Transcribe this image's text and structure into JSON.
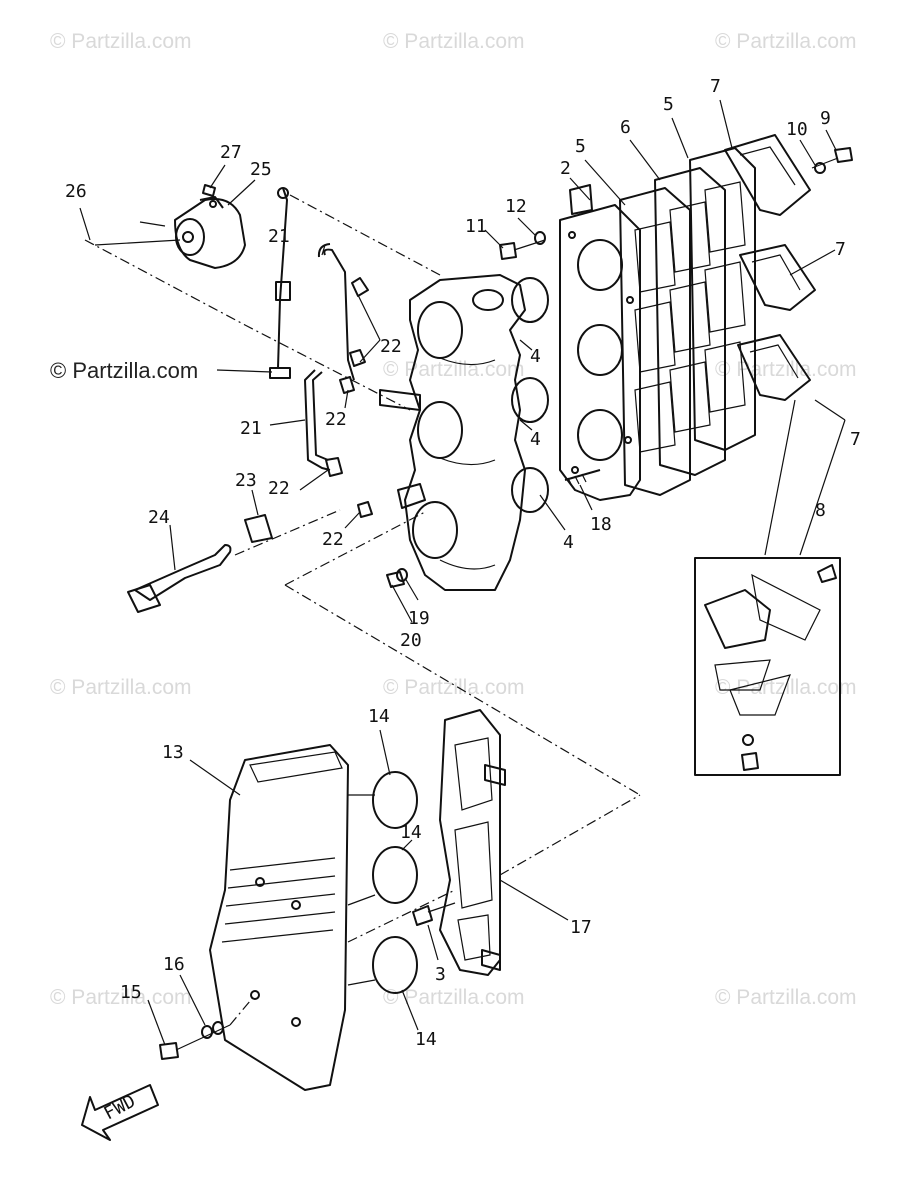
{
  "watermark": {
    "text": "© Partzilla.com"
  },
  "callouts": {
    "c1": "2",
    "c2": "5",
    "c3": "6",
    "c4": "5",
    "c5": "7",
    "c6": "10",
    "c7": "9",
    "c8": "11",
    "c9": "12",
    "c10": "27",
    "c11": "25",
    "c12": "26",
    "c13": "21",
    "c14": "22",
    "c15": "21",
    "c16": "22",
    "c17": "4",
    "c18": "4",
    "c19": "7",
    "c20": "7",
    "c21": "8",
    "c22": "23",
    "c23": "22",
    "c24": "24",
    "c25": "22",
    "c26": "18",
    "c27": "4",
    "c28": "19",
    "c29": "20",
    "c30": "14",
    "c31": "13",
    "c32": "14",
    "c33": "17",
    "c34": "3",
    "c35": "16",
    "c36": "15",
    "c37": "14"
  },
  "fwd_label": "FWD"
}
